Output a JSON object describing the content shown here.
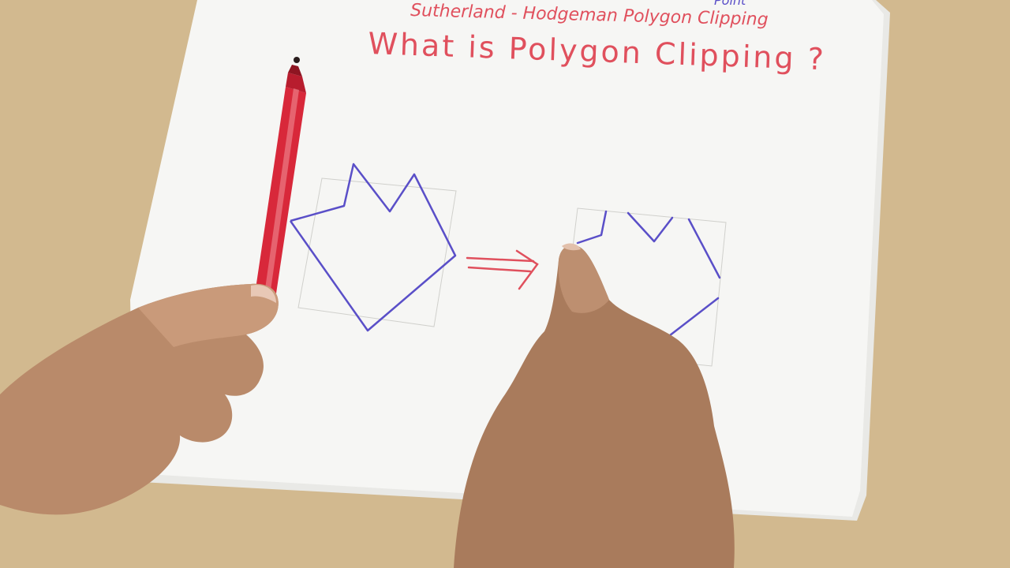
{
  "colors": {
    "table": "#d2b98f",
    "paper": "#f6f6f4",
    "ink_red": "#e0505d",
    "ink_blue": "#5a4fc8",
    "pen_body": "#d8283a",
    "skin": "#b98a6a"
  },
  "page": {
    "heading_partial": "Point",
    "heading_line1": "Sutherland - Hodgeman Polygon Clipping",
    "heading_line2": "What is Polygon Clipping ?"
  },
  "diagram": {
    "arrow_symbol": "double-arrow-right"
  }
}
